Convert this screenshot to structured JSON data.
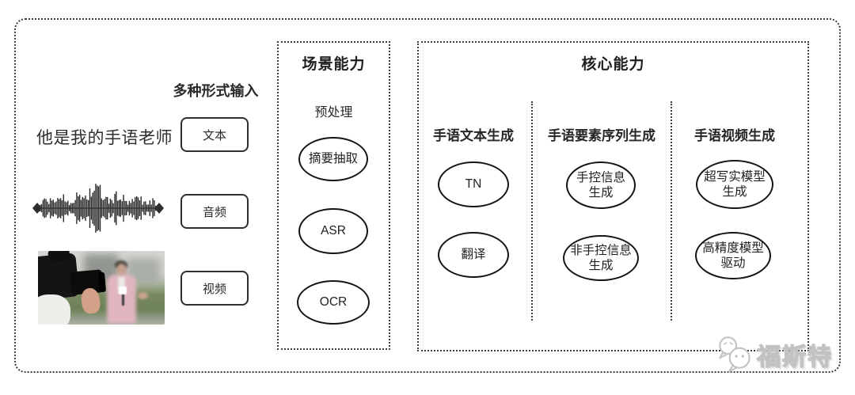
{
  "colors": {
    "frame_dotted": "#3c3c3c",
    "node_border": "#141414",
    "text": "#242424",
    "watermark": "#c2c2c2"
  },
  "inputs": {
    "heading": "多种形式输入",
    "sample_text": "他是我的手语老师",
    "items": [
      {
        "label": "文本"
      },
      {
        "label": "音频"
      },
      {
        "label": "视频"
      }
    ],
    "audio_icon": "audio-waveform",
    "video_icon": "reporter-interview-photo"
  },
  "scene": {
    "title": "场景能力",
    "subtitle": "预处理",
    "nodes": [
      "摘要抽取",
      "ASR",
      "OCR"
    ]
  },
  "core": {
    "title": "核心能力",
    "columns": [
      {
        "label": "手语文本生成",
        "nodes": [
          "TN",
          "翻译"
        ]
      },
      {
        "label": "手语要素序列生成",
        "nodes": [
          [
            "手控信息",
            "生成"
          ],
          [
            "非手控信息",
            "生成"
          ]
        ]
      },
      {
        "label": "手语视频生成",
        "nodes": [
          [
            "超写实模型",
            "生成"
          ],
          [
            "高精度模型",
            "驱动"
          ]
        ]
      }
    ]
  },
  "watermark": {
    "text": "福斯特",
    "icon": "chat-bubbles-mascot"
  }
}
